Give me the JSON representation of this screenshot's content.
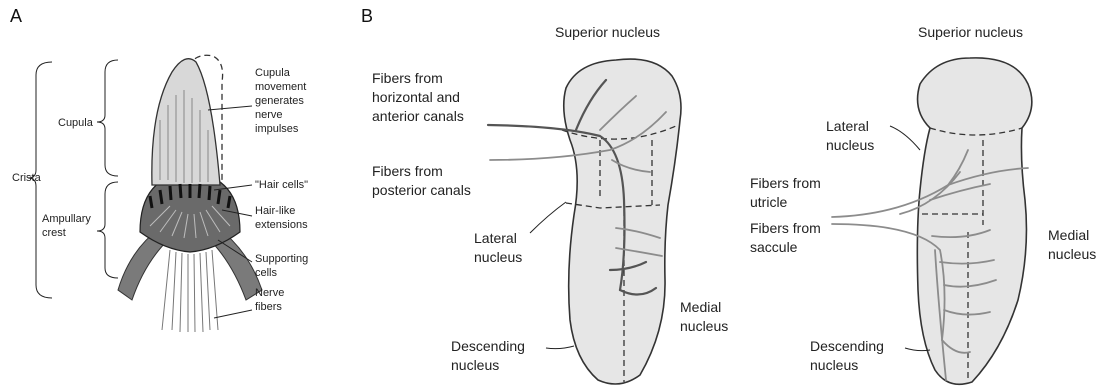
{
  "panel_a": {
    "letter": "A",
    "labels": {
      "crista": "Crista",
      "cupula": "Cupula",
      "ampullary_crest_1": "Ampullary",
      "ampullary_crest_2": "crest",
      "cupula_movement_1": "Cupula",
      "cupula_movement_2": "movement",
      "cupula_movement_3": "generates",
      "cupula_movement_4": "nerve",
      "cupula_movement_5": "impulses",
      "hair_cells": "\"Hair cells\"",
      "hairlike_1": "Hair-like",
      "hairlike_2": "extensions",
      "supporting_1": "Supporting",
      "supporting_2": "cells",
      "nerve_1": "Nerve",
      "nerve_2": "fibers"
    }
  },
  "panel_b": {
    "letter": "B",
    "left": {
      "superior": "Superior nucleus",
      "fibers_hor_1": "Fibers from",
      "fibers_hor_2": "horizontal and",
      "fibers_hor_3": "anterior canals",
      "fibers_post_1": "Fibers from",
      "fibers_post_2": "posterior canals",
      "lateral_1": "Lateral",
      "lateral_2": "nucleus",
      "medial_1": "Medial",
      "medial_2": "nucleus",
      "descending_1": "Descending",
      "descending_2": "nucleus"
    },
    "right": {
      "superior": "Superior nucleus",
      "lateral_1": "Lateral",
      "lateral_2": "nucleus",
      "utricle_1": "Fibers from",
      "utricle_2": "utricle",
      "saccule_1": "Fibers from",
      "saccule_2": "saccule",
      "medial_1": "Medial",
      "medial_2": "nucleus",
      "descending_1": "Descending",
      "descending_2": "nucleus"
    }
  },
  "colors": {
    "nucleus_fill": "#e6e6e6",
    "fiber_dark": "#555555",
    "fiber_light": "#8c8c8c"
  }
}
